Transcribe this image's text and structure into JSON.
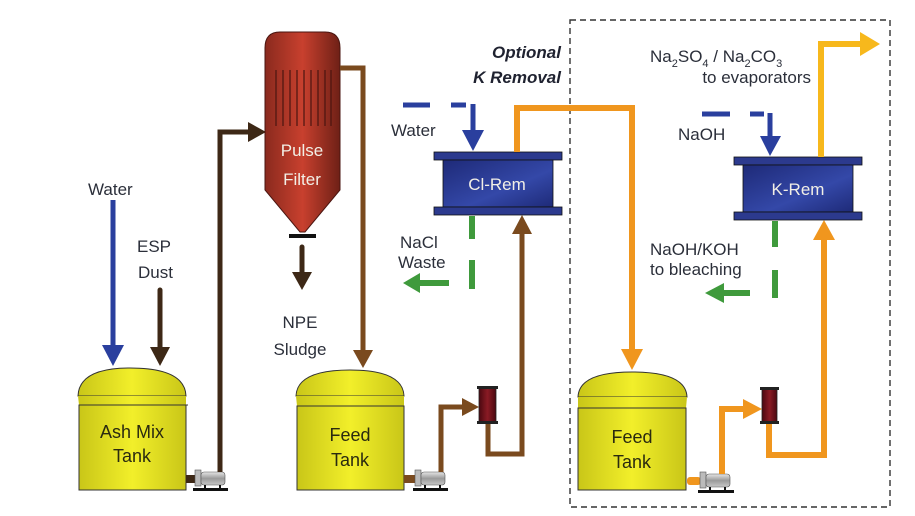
{
  "title": "Ash leaching process flow with optional K removal",
  "colors": {
    "water": "#2a3f9e",
    "dust": "#3d2816",
    "slurry": "#7a4a1e",
    "orange": "#f0961e",
    "yellow_out": "#f7b81c",
    "waste_green": "#3f9a3c",
    "tank": "#e9e628",
    "filter": "#b4382a",
    "ixunit": "#2c3a8e",
    "pump_housing": "#6a0f1a"
  },
  "labels": {
    "water_left": "Water",
    "esp": "ESP",
    "dust": "Dust",
    "pulse": "Pulse",
    "filter": "Filter",
    "npe": "NPE",
    "sludge": "Sludge",
    "optional": "Optional",
    "k_removal": "K Removal",
    "water_mid": "Water",
    "cl_rem": "Cl-Rem",
    "nacl": "NaCl",
    "waste": "Waste",
    "na2so4_a": "Na",
    "na2so4_sub1": "2",
    "na2so4_b": "SO",
    "na2so4_sub2": "4",
    "slash": " / Na",
    "na2co3_sub1": "2",
    "na2co3_b": "CO",
    "na2co3_sub2": "3",
    "to_evaporators": "to evaporators",
    "naoh": "NaOH",
    "k_rem": "K-Rem",
    "naoh_koh": "NaOH/KOH",
    "to_bleaching": "to bleaching"
  },
  "tanks": [
    {
      "line1": "Ash Mix",
      "line2": "Tank"
    },
    {
      "line1": "Feed",
      "line2": "Tank"
    },
    {
      "line1": "Feed",
      "line2": "Tank"
    }
  ]
}
